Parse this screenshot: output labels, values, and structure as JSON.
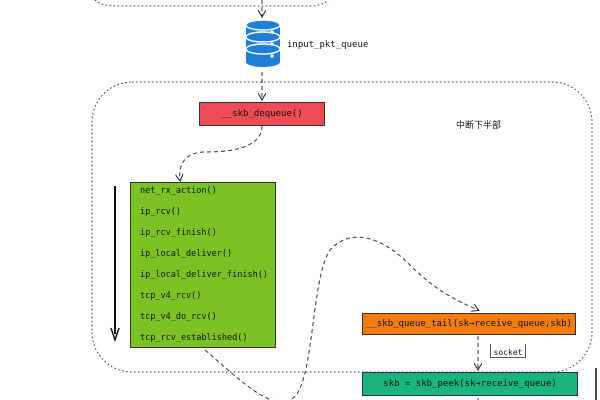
{
  "queue_label": "input_pkt_queue",
  "region_label": "中断下半部",
  "dequeue_fn": "__skb_dequeue()",
  "stack_functions": [
    "net_rx_action()",
    "ip_rcv()",
    "ip_rcv_finish()",
    "ip_local_deliver()",
    "ip_local_deliver_finish()",
    "tcp_v4_rcv()",
    "tcp_v4_do_rcv()",
    "tcp_rcv_established()"
  ],
  "queue_tail_fn": "__skb_queue_tail(sk→receive_queue,skb)",
  "socket_label": "socket",
  "peek_fn": "skb = skb_peek(sk→receive_queue)",
  "colors": {
    "database": "#1e7fd6",
    "dequeue_box": "#ef4b54",
    "stack_box": "#7cc224",
    "queue_tail_box": "#f47b12",
    "peek_box": "#1ab57c"
  }
}
